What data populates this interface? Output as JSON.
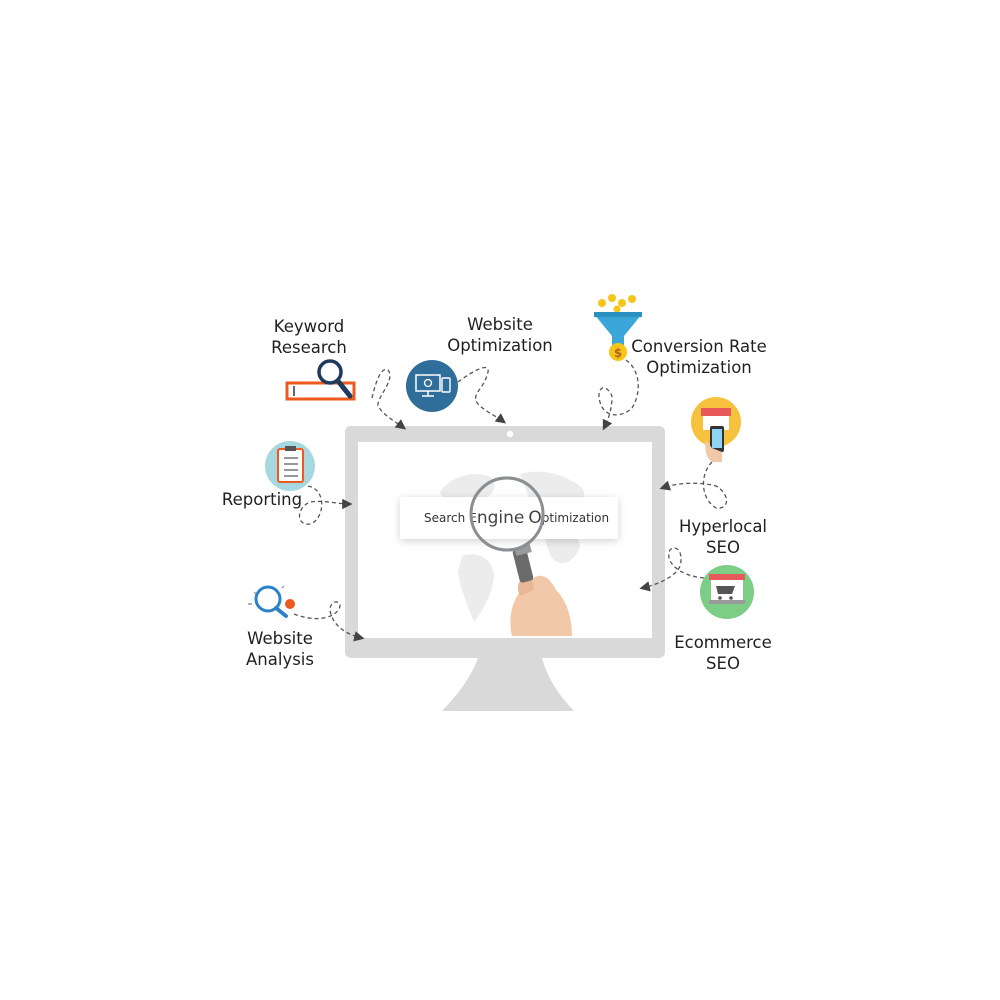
{
  "diagram": {
    "nodes": [
      {
        "id": "keyword-research",
        "lines": [
          "Keyword",
          "Research"
        ],
        "icon": "keyword-search-icon"
      },
      {
        "id": "website-optimization",
        "lines": [
          "Website",
          "Optimization"
        ],
        "icon": "website-devices-icon"
      },
      {
        "id": "conversion-rate-optimization",
        "lines": [
          "Conversion Rate",
          "Optimization"
        ],
        "icon": "funnel-coins-icon"
      },
      {
        "id": "reporting",
        "lines": [
          "Reporting"
        ],
        "icon": "clipboard-checklist-icon"
      },
      {
        "id": "hyperlocal-seo",
        "lines": [
          "Hyperlocal",
          "SEO"
        ],
        "icon": "store-phone-icon"
      },
      {
        "id": "website-analysis",
        "lines": [
          "Website",
          "Analysis"
        ],
        "icon": "analysis-magnifier-icon"
      },
      {
        "id": "ecommerce-seo",
        "lines": [
          "Ecommerce",
          "SEO"
        ],
        "icon": "shopping-cart-icon"
      }
    ],
    "center": {
      "parts": [
        "Search",
        "E",
        "ngine",
        "O",
        "ptimization"
      ],
      "icon": "magnifying-glass-hand-icon"
    },
    "colors": {
      "monitor": "#d9d9d9",
      "screen": "#ffffff",
      "map": "#ececec",
      "connector": "#555555",
      "keyword_orange": "#ee5a1e",
      "website_blue": "#2f6e9b",
      "funnel_blue": "#3aa7d8",
      "coin_gold": "#f5c518",
      "report_teal": "#a8d8df",
      "hyperlocal_yellow": "#f6c23e",
      "ecommerce_green": "#7ccd86",
      "analysis_blue": "#2c82c9"
    }
  }
}
